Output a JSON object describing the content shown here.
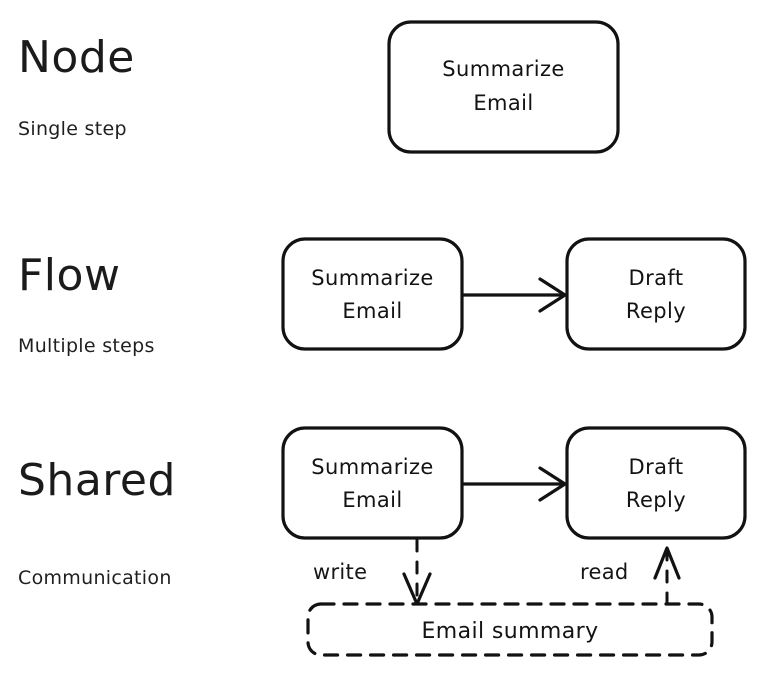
{
  "page": {
    "title": "Node / Flow / Shared concept diagram",
    "background_color": "#ffffff",
    "stroke_color": "#121212",
    "text_color": "#131313"
  },
  "sections": [
    {
      "id": "node",
      "title": "Node",
      "subtitle": "Single step"
    },
    {
      "id": "flow",
      "title": "Flow",
      "subtitle": "Multiple steps"
    },
    {
      "id": "shared",
      "title": "Shared",
      "subtitle": "Communication"
    }
  ],
  "nodes": {
    "node_summarize_line1": "Summarize",
    "node_summarize_line2": "Email",
    "flow_summarize_line1": "Summarize",
    "flow_summarize_line2": "Email",
    "flow_draft_line1": "Draft",
    "flow_draft_line2": "Reply",
    "shared_summarize_line1": "Summarize",
    "shared_summarize_line2": "Email",
    "shared_draft_line1": "Draft",
    "shared_draft_line2": "Reply",
    "shared_store": "Email summary"
  },
  "edges": {
    "flow_arrow_label": "",
    "write_label": "write",
    "read_label": "read"
  }
}
